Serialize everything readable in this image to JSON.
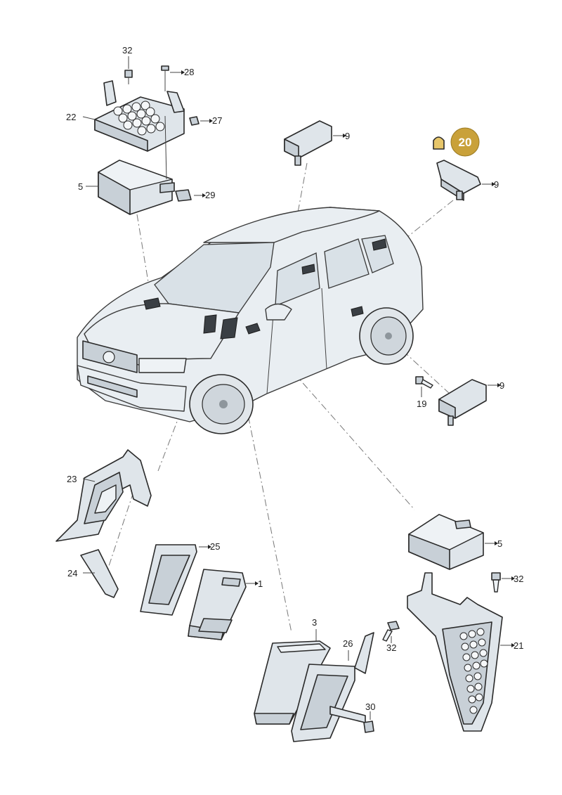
{
  "diagram": {
    "labels": [
      {
        "id": "32a",
        "text": "32"
      },
      {
        "id": "28",
        "text": "28"
      },
      {
        "id": "22",
        "text": "22"
      },
      {
        "id": "27",
        "text": "27"
      },
      {
        "id": "5a",
        "text": "5"
      },
      {
        "id": "29",
        "text": "29"
      },
      {
        "id": "9a",
        "text": "9"
      },
      {
        "id": "9b",
        "text": "9"
      },
      {
        "id": "9c",
        "text": "9"
      },
      {
        "id": "19",
        "text": "19"
      },
      {
        "id": "23",
        "text": "23"
      },
      {
        "id": "25",
        "text": "25"
      },
      {
        "id": "24",
        "text": "24"
      },
      {
        "id": "1",
        "text": "1"
      },
      {
        "id": "5b",
        "text": "5"
      },
      {
        "id": "32b",
        "text": "32"
      },
      {
        "id": "21",
        "text": "21"
      },
      {
        "id": "3",
        "text": "3"
      },
      {
        "id": "26",
        "text": "26"
      },
      {
        "id": "32c",
        "text": "32"
      },
      {
        "id": "30",
        "text": "30"
      }
    ],
    "badge": {
      "text": "20",
      "color": "#c9a13a"
    },
    "colors": {
      "part_fill": "#dfe5ea",
      "outline": "#2a2a2a",
      "car_body": "#e9eef2"
    }
  }
}
